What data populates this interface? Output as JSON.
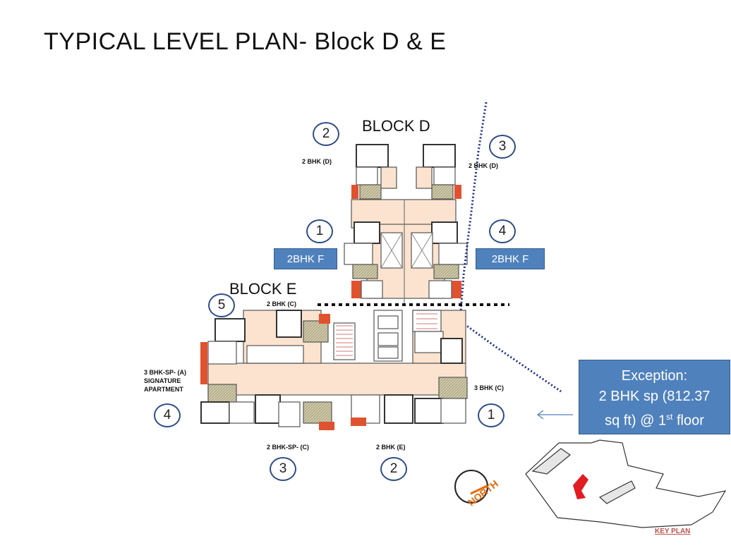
{
  "title": "TYPICAL LEVEL PLAN- Block D & E",
  "blocks": {
    "d_label": "BLOCK D",
    "e_label": "BLOCK E"
  },
  "block_d": {
    "circle_1": "1",
    "circle_2": "2",
    "circle_3": "3",
    "circle_4": "4",
    "unit_2": "2 BHK (D)",
    "unit_3": "2 BHK (D)",
    "tag_left": "2BHK F",
    "tag_right": "2BHK F"
  },
  "block_e": {
    "circle_1": "1",
    "circle_2": "2",
    "circle_3": "3",
    "circle_4": "4",
    "circle_5": "5",
    "unit_5": "2 BHK (C)",
    "unit_4_line1": "3 BHK-SP- (A)",
    "unit_4_line2": "SIGNATURE",
    "unit_4_line3": "APARTMENT",
    "unit_1": "3 BHK (C)",
    "unit_3": "2 BHK-SP- (C)",
    "unit_2": "2 BHK (E)"
  },
  "exception": {
    "line1": "Exception:",
    "line2": "2 BHK sp (812.37",
    "line3_pre": "sq ft) @ 1",
    "line3_sup": "st",
    "line3_post": " floor"
  },
  "compass": {
    "label": "NORTH",
    "icon": "compass-icon"
  },
  "key_plan": {
    "label": "KEY PLAN"
  },
  "colors": {
    "circle_border": "#2e4d86",
    "tag_fill": "#4f81bd",
    "dotted_line": "#1f2d8a",
    "balcony_red": "#e0522f",
    "north_orange": "#e46c0a",
    "key_plan_red": "#c0504d"
  }
}
